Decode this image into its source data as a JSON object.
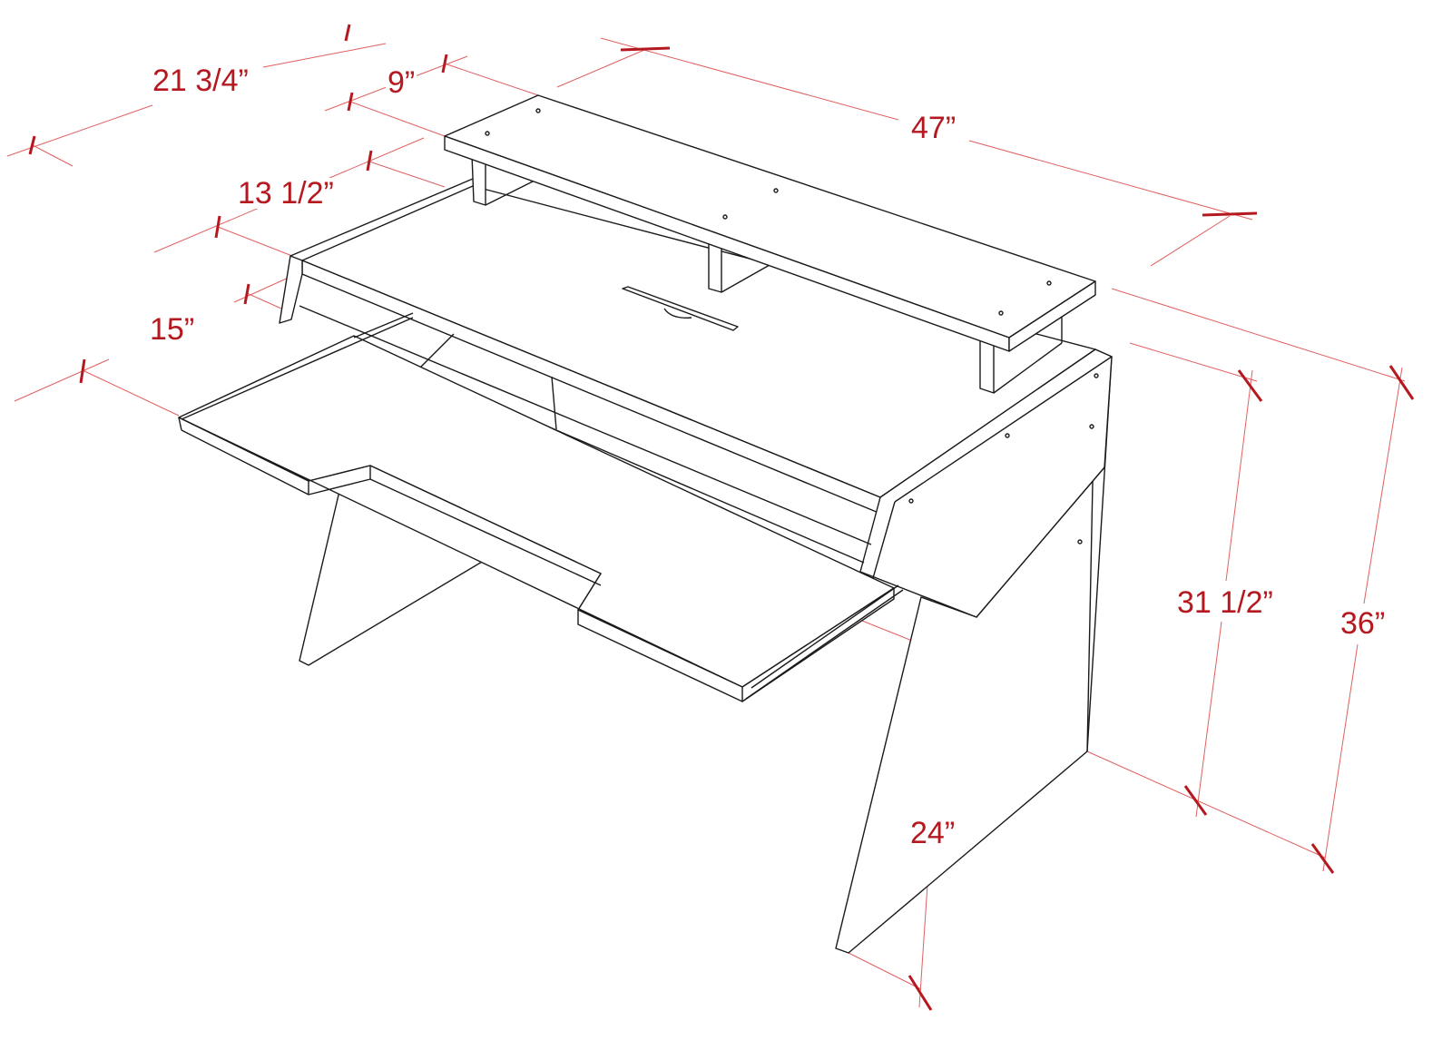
{
  "title": "Desk dimension drawing",
  "colors": {
    "dimension": "#b5191f",
    "dimension_line": "#e06060",
    "outline": "#1a1a1a"
  },
  "dimensions": {
    "overall_depth": "21 3/4”",
    "shelf_depth": "9”",
    "width": "47”",
    "desk_depth": "13 1/2”",
    "tray_depth": "15”",
    "desk_height": "31 1/2”",
    "total_height": "36”",
    "side_depth": "24”"
  }
}
